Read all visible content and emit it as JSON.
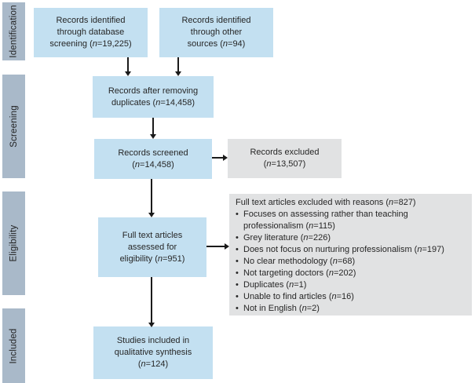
{
  "stages": [
    "Identification",
    "Screening",
    "Eligibility",
    "Included"
  ],
  "boxes": {
    "identified_database": {
      "lines": [
        "Records identified",
        "through database",
        "screening (n=19,225)"
      ]
    },
    "identified_other": {
      "lines": [
        "Records identified",
        "through other",
        "sources (n=94)"
      ]
    },
    "after_duplicates": {
      "lines": [
        "Records after removing",
        "duplicates (n=14,458)"
      ]
    },
    "screened": {
      "lines": [
        "Records screened",
        "(n=14,458)"
      ]
    },
    "records_excluded": {
      "lines": [
        "Records excluded",
        "(n=13,507)"
      ]
    },
    "full_text_assessed": {
      "lines": [
        "Full text articles",
        "assessed for",
        "eligibility (n=951)"
      ]
    },
    "included_synthesis": {
      "lines": [
        "Studies included in",
        "qualitative synthesis",
        "(n=124)"
      ]
    }
  },
  "exclusion_box": {
    "title": "Full text articles excluded with reasons (n=827)",
    "bullet_char": "•",
    "items": [
      "Focuses on assessing rather than teaching professionalism (n=115)",
      "Grey literature (n=226)",
      "Does not focus on nurturing professionalism (n=197)",
      "No clear methodology (n=68)",
      "Not targeting doctors (n=202)",
      "Duplicates (n=1)",
      "Unable to find articles (n=16)",
      "Not in English (n=2)"
    ]
  },
  "colors": {
    "flow_box_blue": "#c3e0f1",
    "stage_label_grey_blue": "#a9b9c9",
    "excluded_box_grey": "#e1e2e3",
    "arrow_black": "#1a1a1a",
    "text": "#262626"
  }
}
